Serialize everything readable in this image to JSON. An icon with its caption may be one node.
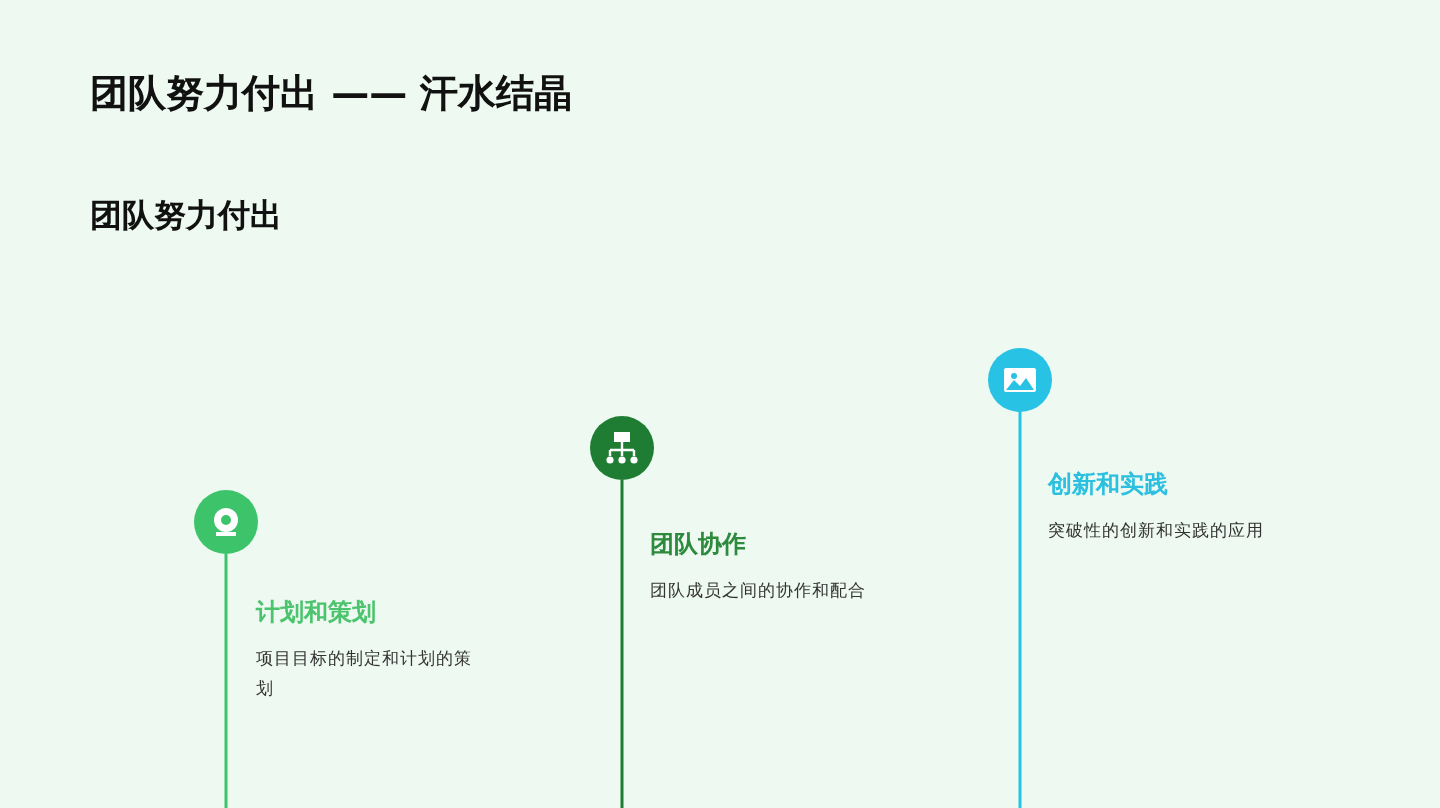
{
  "diagram": {
    "title": "团队努力付出 —— 汗水结晶",
    "nodes": [
      {
        "text": [
          "计划和策划",
          "项目目标的制定和计划的策划"
        ]
      },
      {
        "text": [
          "团队协作",
          "团队成员之间的协作和配合"
        ]
      },
      {
        "text": [
          "创新和实践",
          "突破性的创新和实践的应用"
        ]
      }
    ],
    "labels": [
      "团队努力付出"
    ]
  }
}
